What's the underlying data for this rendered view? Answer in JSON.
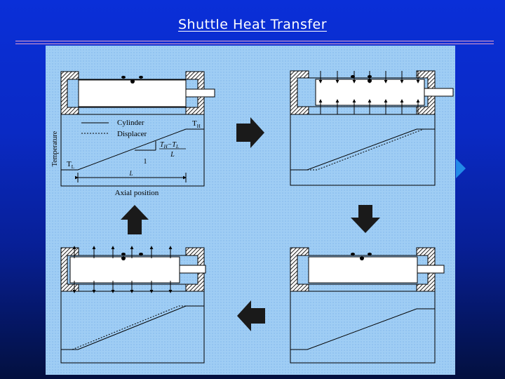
{
  "slide": {
    "title": "Shuttle Heat Transfer"
  },
  "legend": {
    "cylinder": "Cylinder",
    "displacer": "Displacer"
  },
  "labels": {
    "y_axis": "Temperature",
    "x_axis": "Axial position",
    "t_high": "T",
    "t_high_sub": "H",
    "t_low": "T",
    "t_low_sub": "L",
    "length": "L",
    "slope_num": "T",
    "slope_num_h": "H",
    "slope_minus": "−T",
    "slope_num_l": "L",
    "slope_den": "L",
    "slope_run": "1"
  },
  "colors": {
    "background_top": "#0a2fd8",
    "background_bottom": "#03103f",
    "panel": "#9fcdf4",
    "title": "#ffffff",
    "rule": "#e7a0c8",
    "arrow_fill": "#1a1a1a"
  },
  "icons": {
    "right_arrow": "right-arrow-icon",
    "down_arrow": "down-arrow-icon",
    "left_arrow": "left-arrow-icon",
    "up_arrow": "up-arrow-icon"
  }
}
